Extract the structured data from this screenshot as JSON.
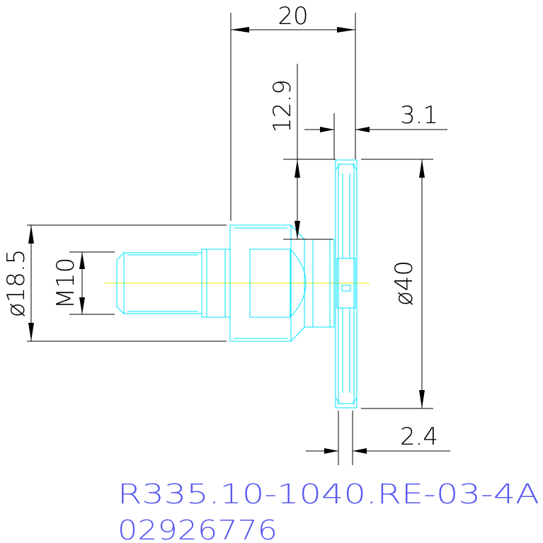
{
  "dimensions": {
    "length_total": "20",
    "offset_height": "12.9",
    "disc_thickness_top": "3.1",
    "disc_diameter": "ø40",
    "hub_diameter": "ø18.5",
    "thread": "M10",
    "disc_thickness_bottom": "2.4"
  },
  "part_number": "R335.10-1040.RE-03-4A",
  "item_number": "02926776",
  "colors": {
    "geometry": "#00e5ff",
    "dimension": "#000000",
    "centerline": "#e8e800",
    "part_label": "#5a5af0"
  }
}
